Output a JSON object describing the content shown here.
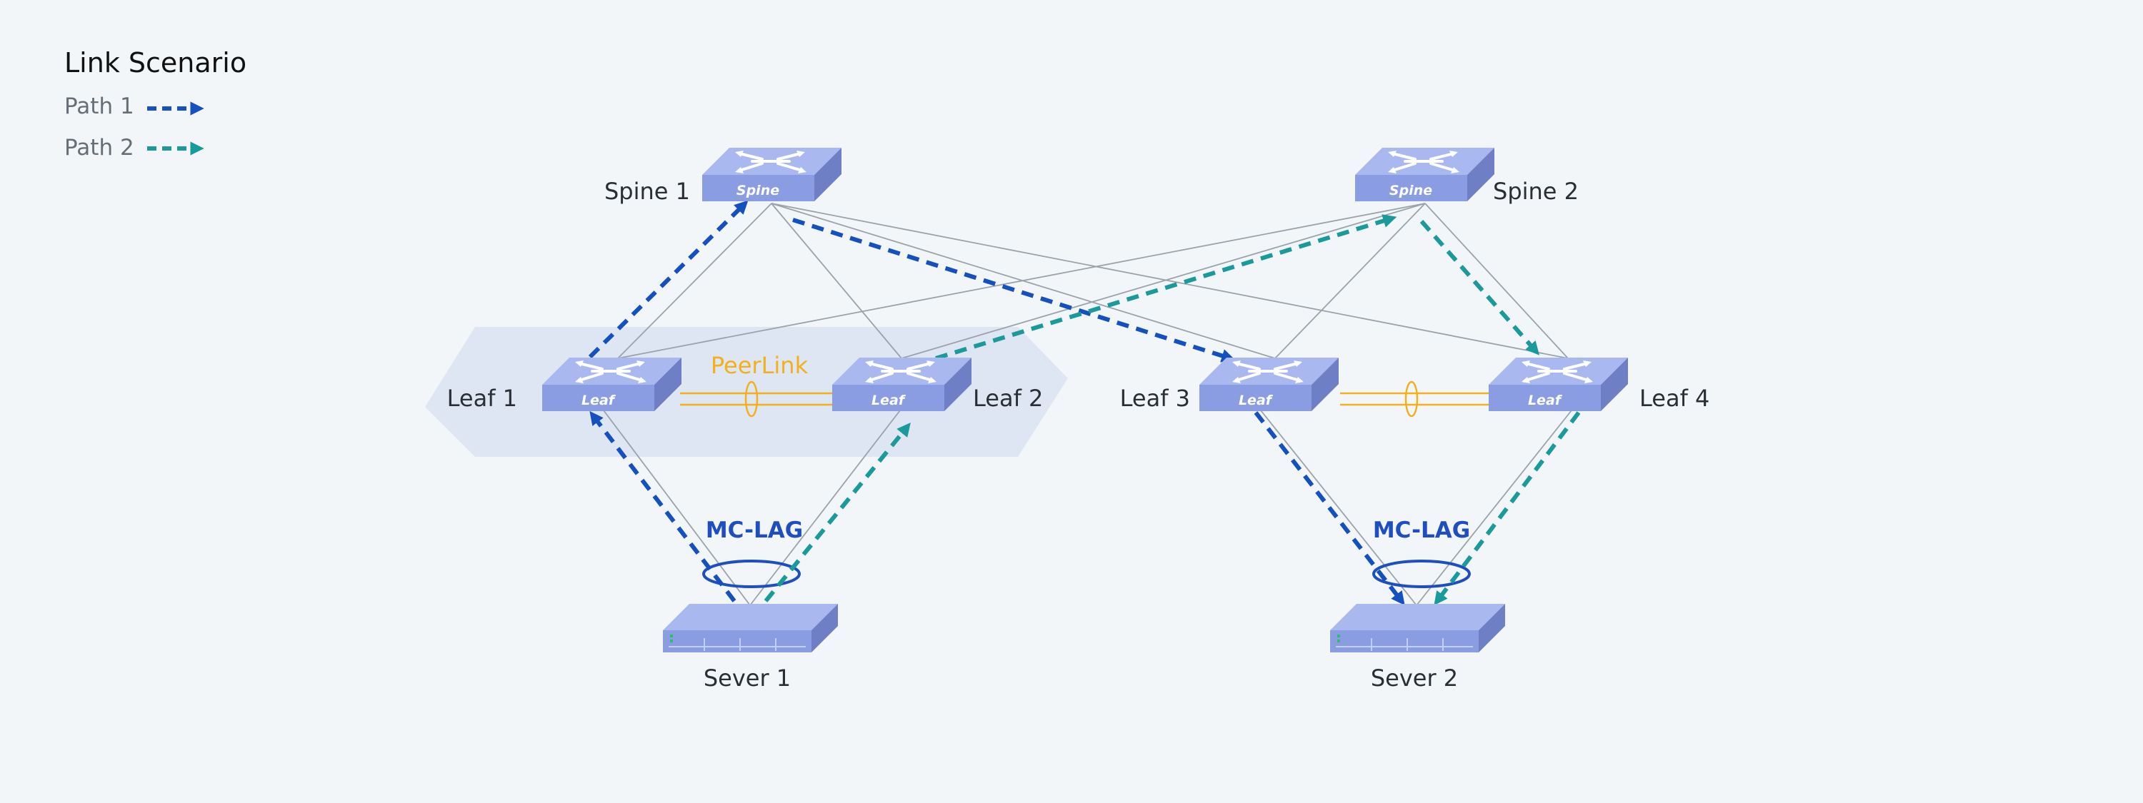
{
  "legend": {
    "title": "Link Scenario",
    "items": [
      {
        "label": "Path 1",
        "color": "#1450c0"
      },
      {
        "label": "Path 2",
        "color": "#1a9a9a"
      }
    ]
  },
  "nodes": {
    "spine1": {
      "label": "Spine 1",
      "icon_text": "Spine"
    },
    "spine2": {
      "label": "Spine 2",
      "icon_text": "Spine"
    },
    "leaf1": {
      "label": "Leaf 1",
      "icon_text": "Leaf"
    },
    "leaf2": {
      "label": "Leaf 2",
      "icon_text": "Leaf"
    },
    "leaf3": {
      "label": "Leaf 3",
      "icon_text": "Leaf"
    },
    "leaf4": {
      "label": "Leaf 4",
      "icon_text": "Leaf"
    },
    "server1": {
      "label": "Sever 1"
    },
    "server2": {
      "label": "Sever 2"
    }
  },
  "labels": {
    "peerlink": "PeerLink",
    "mclag_left": "MC-LAG",
    "mclag_right": "MC-LAG"
  },
  "colors": {
    "device_top": "#a9b8ee",
    "device_front": "#8a9de2",
    "device_side": "#6f7fc6",
    "mlag_zone": "#dde6f2",
    "peerlink": "#f2b11c",
    "thin_link": "#9aa2aa",
    "mclag": "#1f4fbf"
  }
}
